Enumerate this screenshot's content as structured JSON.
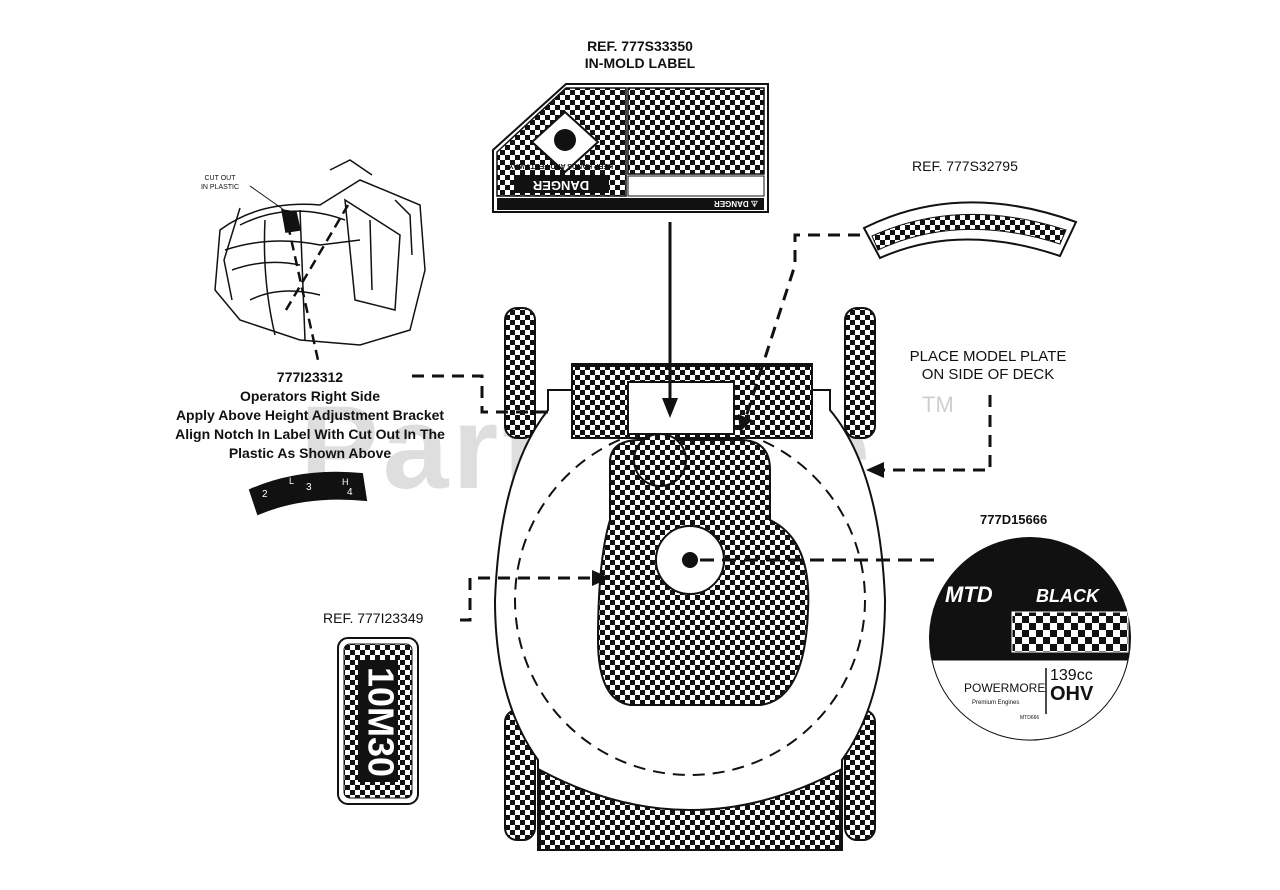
{
  "watermark": {
    "text": "PartsTree",
    "tm": "TM"
  },
  "labels": {
    "ref_in_mold": {
      "line1": "REF. 777S33350",
      "line2": "IN-MOLD LABEL"
    },
    "ref_s32795": "REF. 777S32795",
    "model_plate": {
      "line1": "PLACE MODEL PLATE",
      "line2": "ON SIDE OF DECK"
    },
    "d15666": "777D15666",
    "i23349": "REF. 777I23349",
    "i23312": {
      "part": "777I23312",
      "line1": "Operators Right Side",
      "line2": "Apply Above Height Adjustment Bracket",
      "line3": "Align Notch In Label With Cut Out In The",
      "line4": "Plastic As Shown Above"
    },
    "cutout": {
      "line1": "CUT OUT",
      "line2": "IN PLASTIC"
    }
  },
  "danger_label": {
    "word": "DANGER",
    "caption": "KEEP HANDS AND FEET AWAY",
    "warning": "⚠ DANGER"
  },
  "height_label": {
    "marks": [
      "2",
      "L",
      "3",
      "H",
      "4"
    ]
  },
  "model_badge": {
    "text": "10M30"
  },
  "engine_label": {
    "brand": "MTD",
    "brand2": "BLACK",
    "sub": "POWERMORE",
    "sub2": "Premium Engines",
    "cc": "139cc",
    "ohv": "OHV",
    "code": "MTD666"
  }
}
